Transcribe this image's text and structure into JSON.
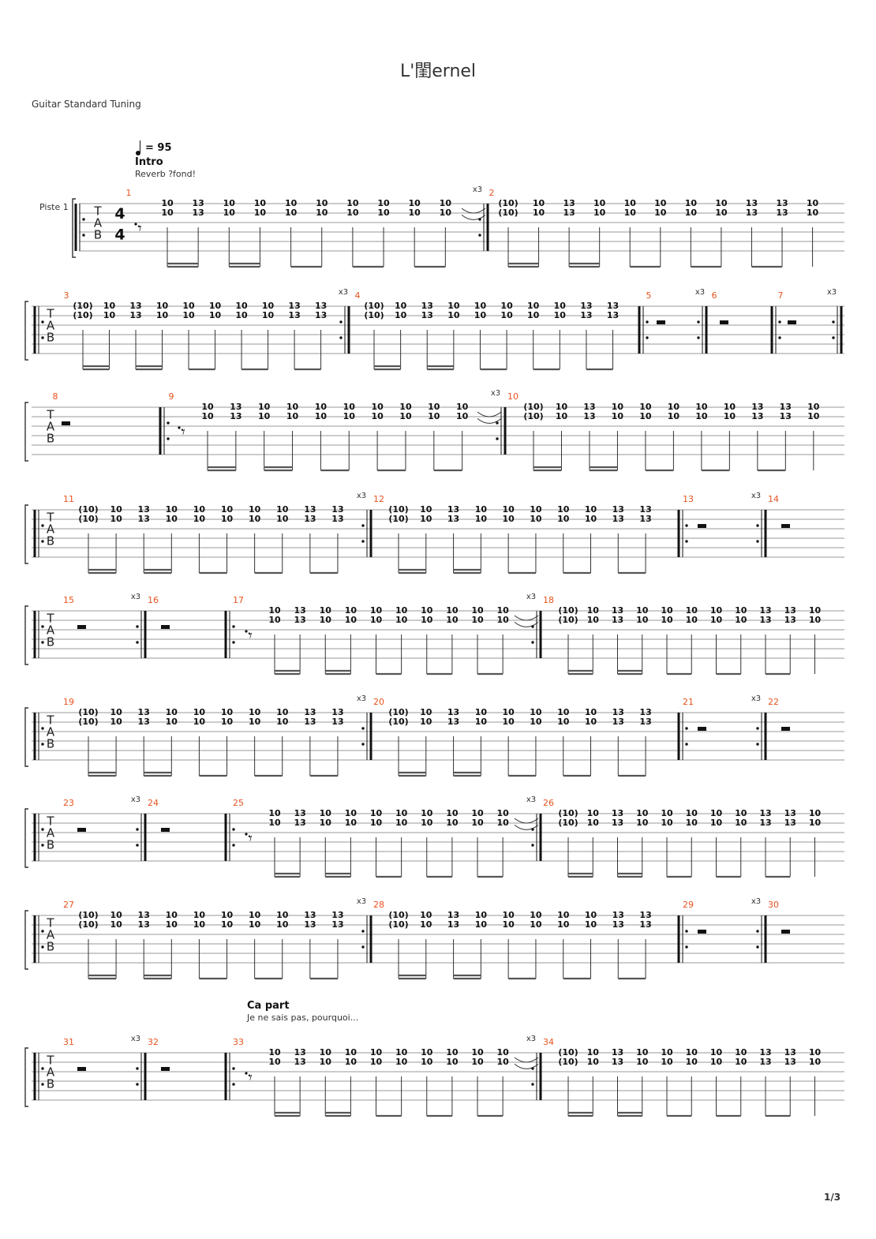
{
  "title": "L'閨ernel",
  "tuning": "Guitar Standard Tuning",
  "tempo": "= 95",
  "track": "Piste 1",
  "page_number": "1/3",
  "sections": [
    {
      "label": "Intro",
      "text": "Reverb ?fond!"
    },
    {
      "label": "Ca part",
      "text": "Je ne sais pas, pourquoi..."
    }
  ],
  "time_signature": {
    "top": "4",
    "bottom": "4"
  },
  "tab_letters": [
    "T",
    "A",
    "B"
  ],
  "repeat_mark": "x3",
  "riff": {
    "first_half": [
      [
        "10",
        "10"
      ],
      [
        "13",
        "13"
      ],
      [
        "10",
        "10"
      ],
      [
        "10",
        "10"
      ],
      [
        "10",
        "10"
      ],
      [
        "10",
        "10"
      ],
      [
        "10",
        "10"
      ],
      [
        "10",
        "10"
      ],
      [
        "10",
        "10"
      ],
      [
        "10",
        "10"
      ]
    ],
    "second_half": [
      [
        "(10)",
        "(10)"
      ],
      [
        "10",
        "10"
      ],
      [
        "13",
        "13"
      ],
      [
        "10",
        "10"
      ],
      [
        "10",
        "10"
      ],
      [
        "10",
        "10"
      ],
      [
        "10",
        "10"
      ],
      [
        "10",
        "10"
      ],
      [
        "13",
        "13"
      ],
      [
        "13",
        "13"
      ],
      [
        "10",
        "10"
      ]
    ]
  },
  "systems": [
    {
      "measures": [
        "1",
        "2"
      ],
      "repeats": [
        "x3"
      ]
    },
    {
      "measures": [
        "3",
        "4",
        "5",
        "6",
        "7"
      ],
      "repeats": [
        "x3",
        "x3",
        "x3"
      ]
    },
    {
      "measures": [
        "8",
        "9",
        "10"
      ],
      "repeats": [
        "x3"
      ]
    },
    {
      "measures": [
        "11",
        "12",
        "13",
        "14"
      ],
      "repeats": [
        "x3",
        "x3"
      ]
    },
    {
      "measures": [
        "15",
        "16",
        "17",
        "18"
      ],
      "repeats": [
        "x3",
        "x3"
      ]
    },
    {
      "measures": [
        "19",
        "20",
        "21",
        "22"
      ],
      "repeats": [
        "x3",
        "x3"
      ]
    },
    {
      "measures": [
        "23",
        "24",
        "25",
        "26"
      ],
      "repeats": [
        "x3",
        "x3"
      ]
    },
    {
      "measures": [
        "27",
        "28",
        "29",
        "30"
      ],
      "repeats": [
        "x3",
        "x3"
      ]
    },
    {
      "measures": [
        "31",
        "32",
        "33",
        "34"
      ],
      "repeats": [
        "x3",
        "x3"
      ]
    }
  ],
  "colors": {
    "measure_number": "#e8531f",
    "staff": "#999999",
    "ink": "#222222"
  }
}
